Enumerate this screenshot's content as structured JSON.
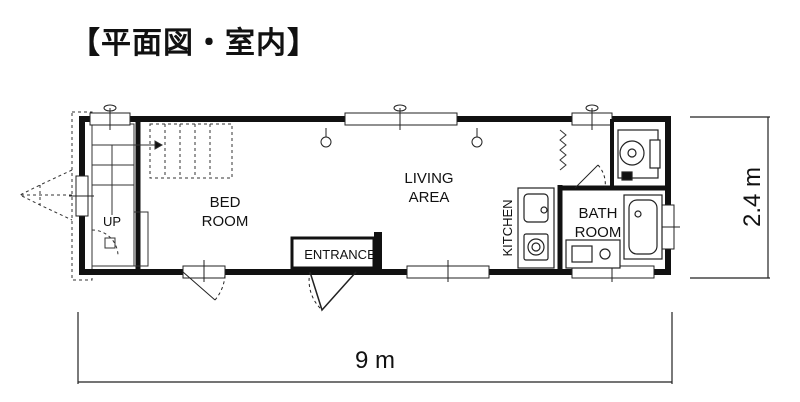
{
  "title": "【平面図・室内】",
  "rooms": {
    "bed_line1": "BED",
    "bed_line2": "ROOM",
    "living_line1": "LIVING",
    "living_line2": "AREA",
    "kitchen": "KITCHEN",
    "bath_line1": "BATH",
    "bath_line2": "ROOM",
    "entrance": "ENTRANCE",
    "stairs": "UP"
  },
  "dimensions": {
    "width": "9 m",
    "height": "2.4 m"
  },
  "colors": {
    "wall": "#111111",
    "line": "#222222",
    "fixture_fill": "#eeeeee"
  }
}
